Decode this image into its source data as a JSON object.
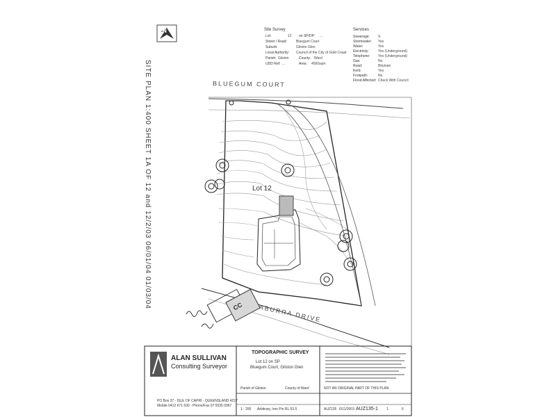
{
  "side_title": "SITE PLAN 1:400 SHEET 1A OF 12 and 12/2/03 06/01/04 01/03/04",
  "site_survey": {
    "heading": "Site Survey",
    "rows": [
      {
        "label": "Lot:",
        "value": "12",
        "label2": "on SP/DP:",
        "value2": "..."
      },
      {
        "label": "Street / Road:",
        "value": "Bluegum Court"
      },
      {
        "label": "Suburb:",
        "value": "Gilston Glen"
      },
      {
        "label": "Local Authority:",
        "value": "Council of the City of Gold Coast"
      },
      {
        "label": "Parish:",
        "value": "Gilston",
        "label2": "County:",
        "value2": "Ward"
      },
      {
        "label": "UDD Ref:",
        "value": "...",
        "label2": "Area:",
        "value2": "4560sqm"
      }
    ]
  },
  "services": {
    "heading": "Services",
    "rows": [
      {
        "label": "Sewerage:",
        "value": "S"
      },
      {
        "label": "Stormwater:",
        "value": "Yes"
      },
      {
        "label": "Water:",
        "value": "Yes"
      },
      {
        "label": "Electricity:",
        "value": "Yes (Underground)"
      },
      {
        "label": "Telephone:",
        "value": "Yes (Underground)"
      },
      {
        "label": "Gas:",
        "value": "No"
      },
      {
        "label": "Road:",
        "value": "Bitumen"
      },
      {
        "label": "Kerb:",
        "value": "Yes"
      },
      {
        "label": "Footpath:",
        "value": "No"
      },
      {
        "label": "Flood Affected:",
        "value": "Check With Council"
      }
    ]
  },
  "plan": {
    "road_top": "BLUEGUM COURT",
    "road_bottom": "ABURRA DRIVE",
    "lot_label": "Lot 12",
    "north_label": "N"
  },
  "title_block": {
    "company_line1": "ALAN SULLIVAN",
    "company_line2": "Consulting Surveyor",
    "po_box": "PO Box 37 - ISLE OF CAPRI - QUEENSLAND 4217",
    "phone": "Mobile 0412 671 630 - Phone/Fax 07 5535 0967",
    "survey_title": "TOPOGRAPHIC SURVEY",
    "lot_desc": "Lot 12 on SP",
    "address": "Bluegum Court, Gilston Glen",
    "parish": "Parish of Gilston",
    "county": "County of Ward",
    "scale": "1 : 200",
    "datum": "Arbitrary, Iron Pin RL 53.5",
    "job": "AUZ135",
    "date": "6/11/2003",
    "drawing_no": "AUZ135-1",
    "sheet": "1",
    "rev": "6",
    "note_tag": "NOT AN ORIGINAL PART OF THIS PLAN"
  }
}
